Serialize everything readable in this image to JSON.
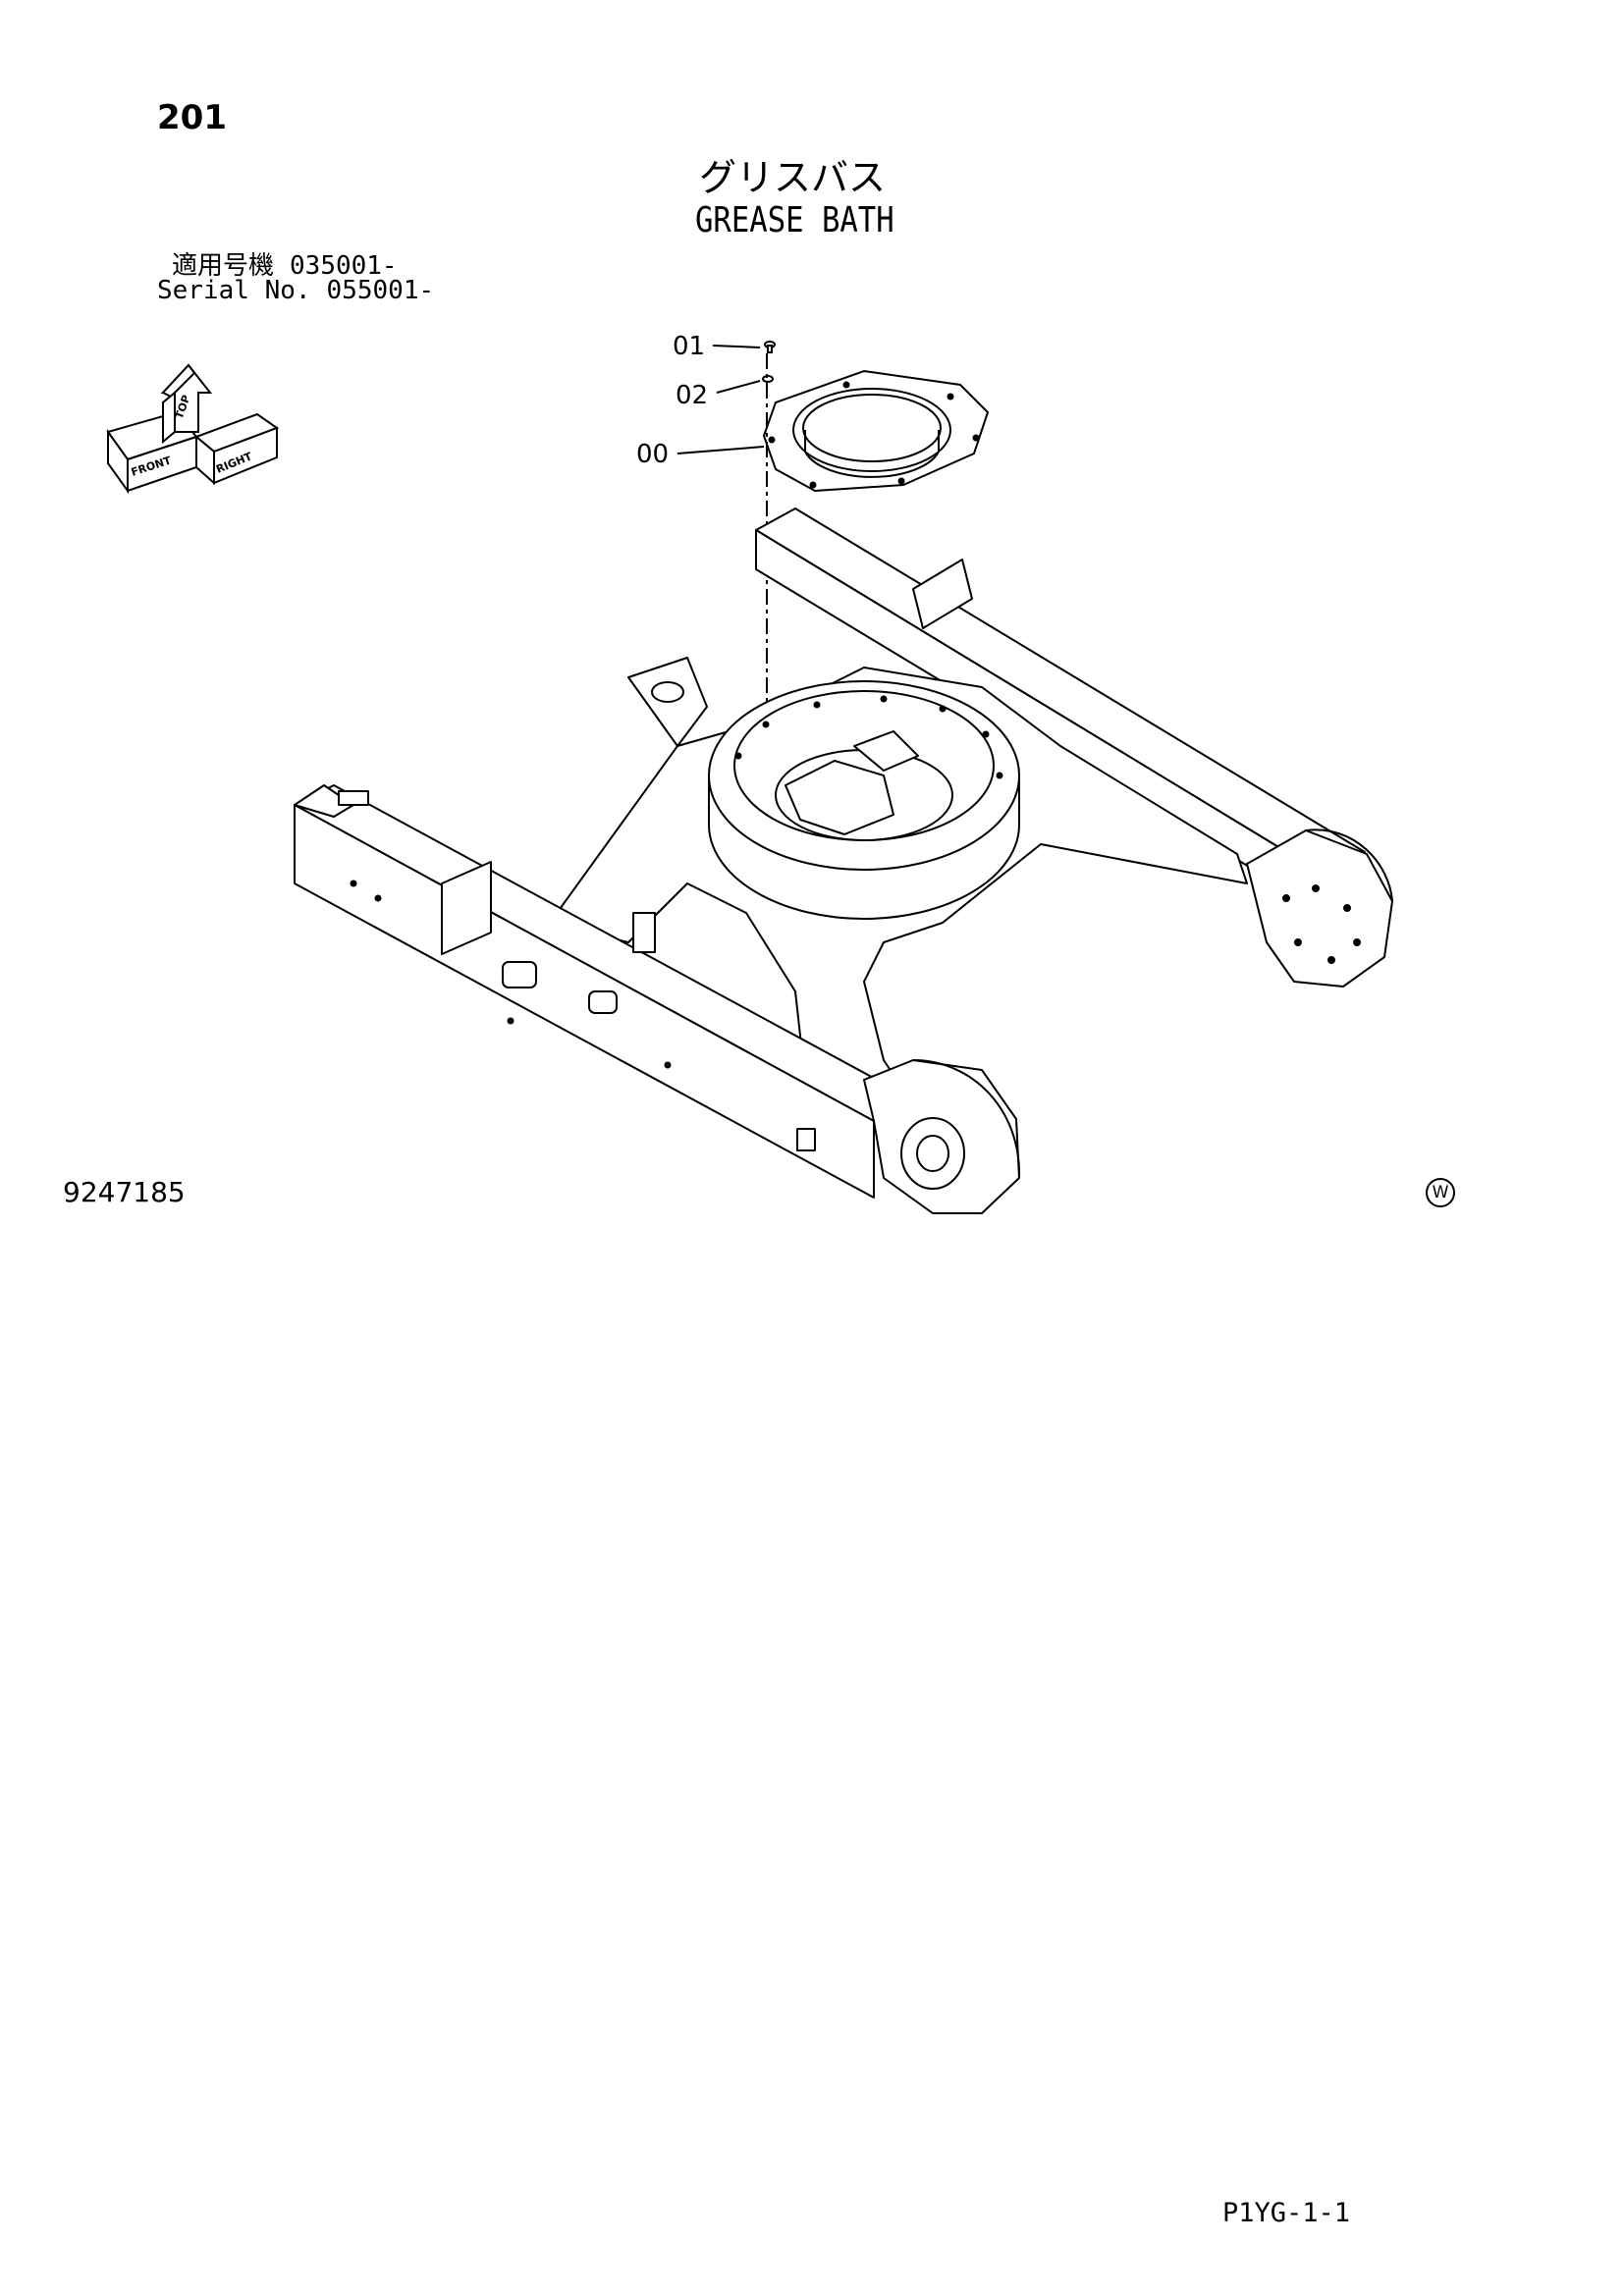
{
  "page": {
    "number": "201",
    "title_jp": "グリスバス",
    "title_en": "GREASE BATH",
    "serial": {
      "jp_label": "適用号機",
      "jp_value": "035001-",
      "en_label": "Serial No.",
      "en_value": "055001-"
    },
    "drawing_number": "9247185",
    "maker_mark": "W",
    "page_code": "P1YG-1-1"
  },
  "callouts": [
    "01",
    "02",
    "00"
  ],
  "direction_indicator": {
    "top": "TOP",
    "front": "FRONT",
    "right": "RIGHT"
  }
}
